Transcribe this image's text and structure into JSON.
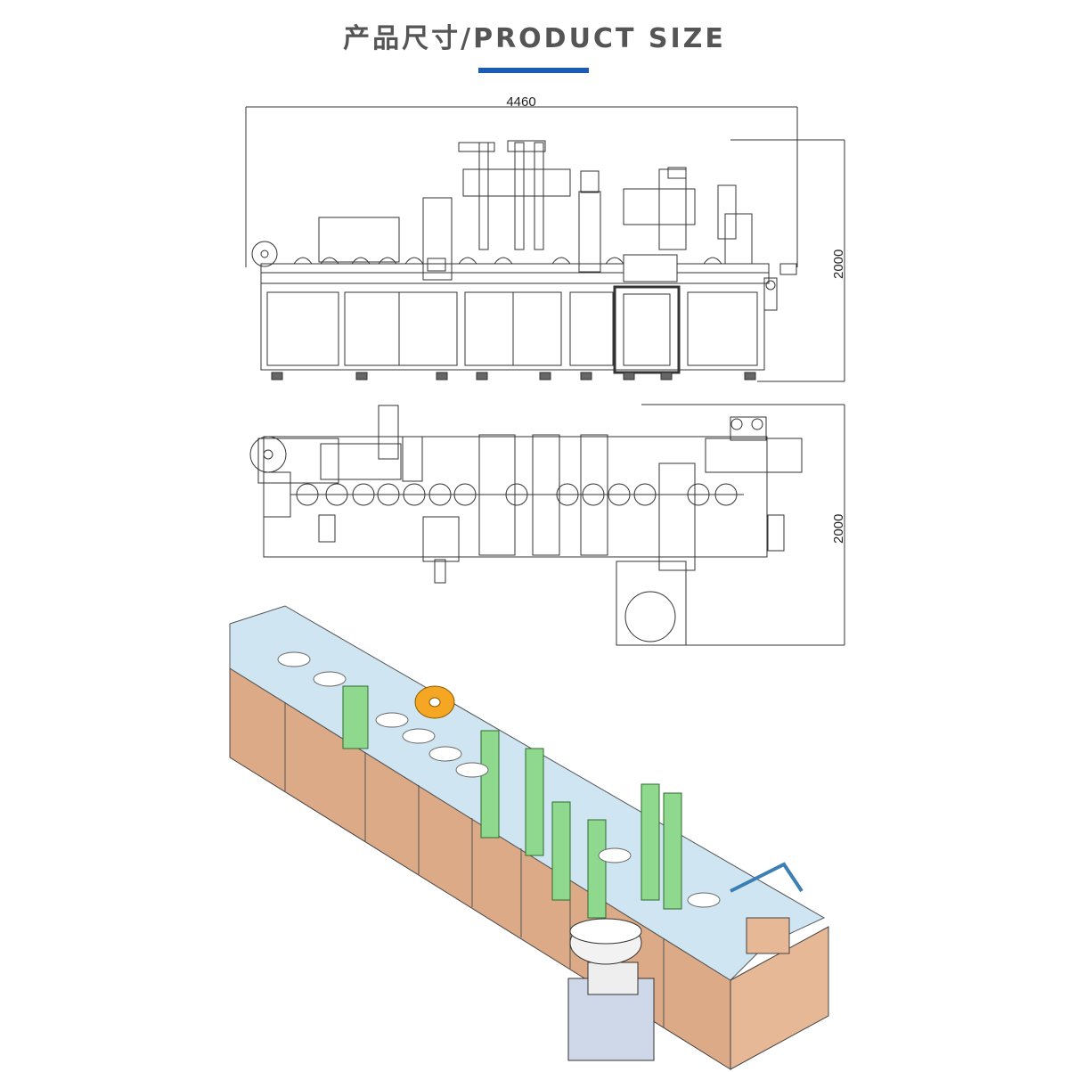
{
  "header": {
    "title": "产品尺寸/PRODUCT SIZE",
    "accent_color": "#1a5cb4"
  },
  "front_view": {
    "width_label": "4460",
    "height_label": "2000"
  },
  "top_view": {
    "depth_label": "2000"
  },
  "render_colors": {
    "panel": "#dcaa86",
    "frame": "#8fd98f",
    "deck": "#cfe6f2",
    "reel": "#f5a623"
  }
}
